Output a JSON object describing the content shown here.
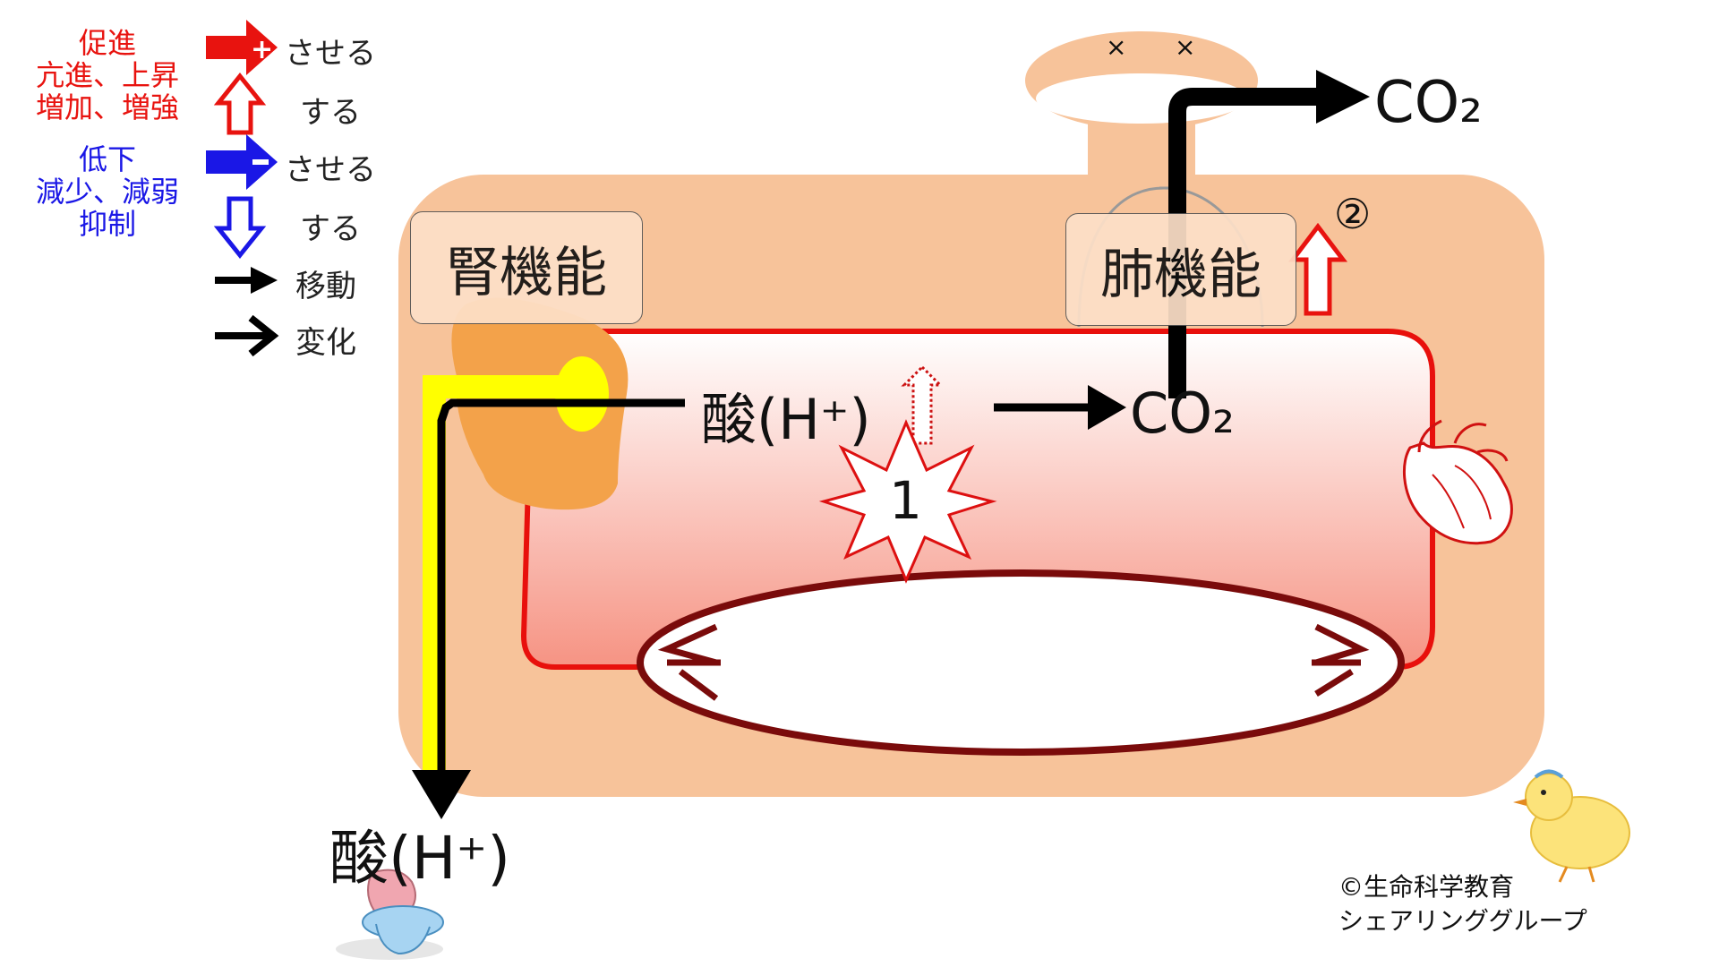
{
  "legend": {
    "promote_text": "促進\n亢進、上昇\n増加、増強",
    "reduce_text": "低下\n減少、減弱\n抑制",
    "items": {
      "sasero_red": "させる",
      "suru_red": "する",
      "sasero_blue": "させる",
      "suru_blue": "する",
      "move": "移動",
      "change": "変化"
    },
    "colors": {
      "promote": "#e8130f",
      "reduce": "#1a17e6"
    }
  },
  "body_diagram": {
    "kidney_label": "腎機能",
    "lung_label": "肺機能",
    "lung_marker": "②",
    "acid_inside": "酸(H⁺)",
    "co2_inside": "CO₂",
    "co2_out": "CO₂",
    "acid_out": "酸(H⁺)",
    "starburst_number": "1",
    "colors": {
      "body": "#f7c39a",
      "blood": "#f5a090",
      "kidney": "#f3a24a",
      "urine_path": "#ffff00"
    }
  },
  "credit": {
    "line1": "©生命科学教育",
    "line2": "シェアリンググループ"
  }
}
